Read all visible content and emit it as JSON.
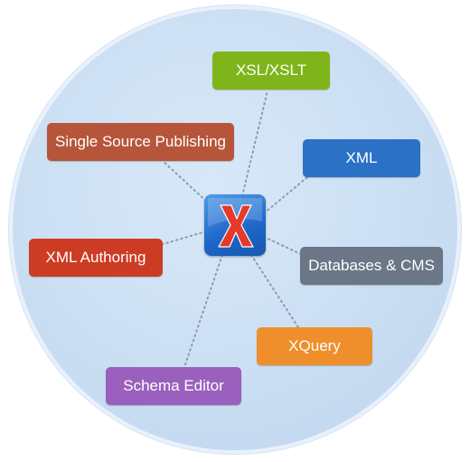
{
  "hub": {
    "icon": "oxygen-x-logo-icon"
  },
  "nodes": [
    {
      "key": "xsl",
      "label": "XSL/XSLT",
      "color": "#7fb51b"
    },
    {
      "key": "ssp",
      "label": "Single Source Publishing",
      "color": "#b6553a"
    },
    {
      "key": "xml",
      "label": "XML",
      "color": "#2b72c6"
    },
    {
      "key": "auth",
      "label": "XML Authoring",
      "color": "#cc3c24"
    },
    {
      "key": "db",
      "label": "Databases & CMS",
      "color": "#6b7686"
    },
    {
      "key": "xq",
      "label": "XQuery",
      "color": "#ef8f2c"
    },
    {
      "key": "schema",
      "label": "Schema Editor",
      "color": "#9b60bd"
    }
  ],
  "background_color": "#c9ddf2",
  "connector_style": "dotted",
  "connector_color": "#8a9bb0"
}
